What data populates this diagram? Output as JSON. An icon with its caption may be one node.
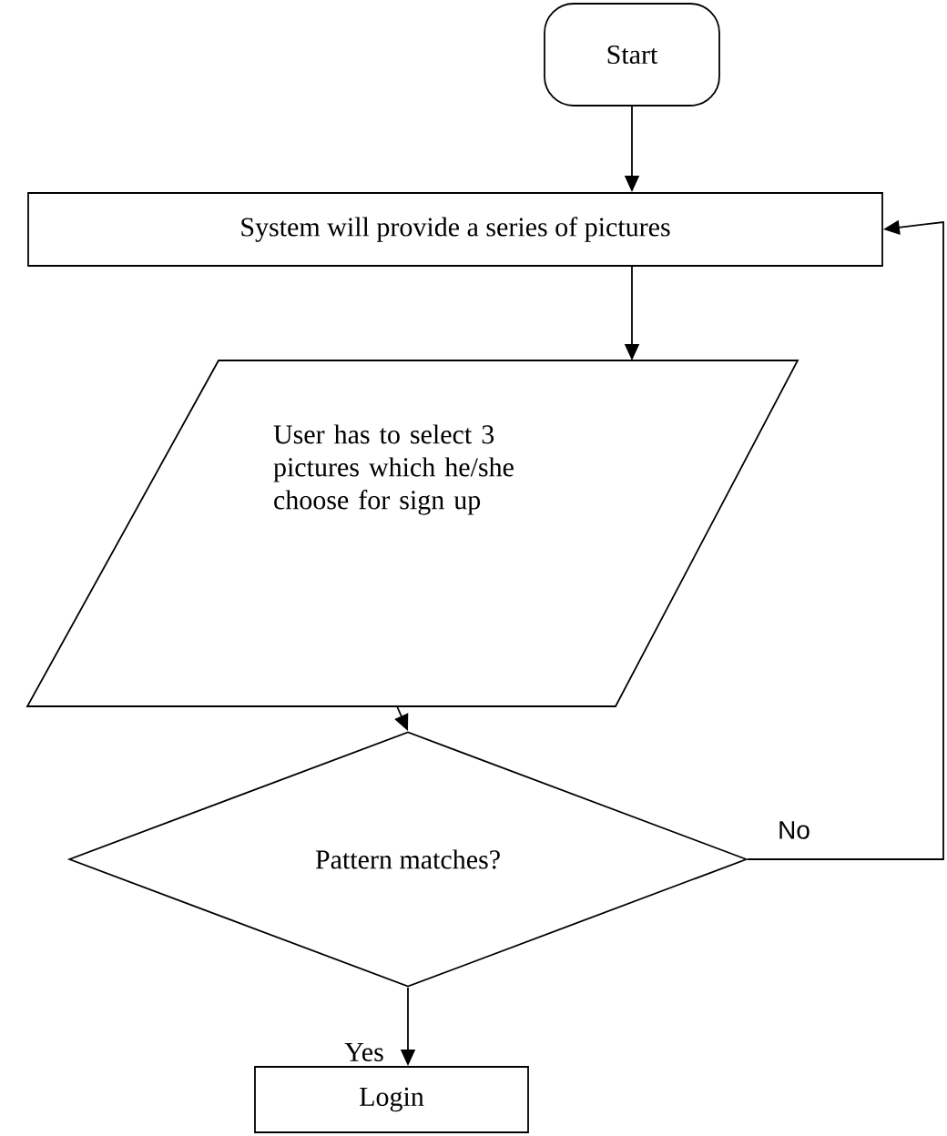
{
  "diagram": {
    "nodes": [
      {
        "text": [
          "Start"
        ]
      },
      {
        "text": [
          "System will provide a series of pictures"
        ]
      },
      {
        "text": [
          "User has to select 3 pictures which he/she choose for sign up"
        ]
      },
      {
        "text": [
          "Pattern matches?"
        ]
      },
      {
        "text": [
          "Login"
        ]
      }
    ],
    "edges": [
      {
        "from": 0,
        "to": 1,
        "arrow": "to"
      },
      {
        "from": 1,
        "to": 2,
        "arrow": "to"
      },
      {
        "from": 2,
        "to": 3,
        "arrow": "to"
      },
      {
        "from": 3,
        "to": 4,
        "arrow": "to",
        "label": "Yes"
      },
      {
        "from": 3,
        "to": 1,
        "arrow": "to",
        "label": "No"
      }
    ]
  }
}
